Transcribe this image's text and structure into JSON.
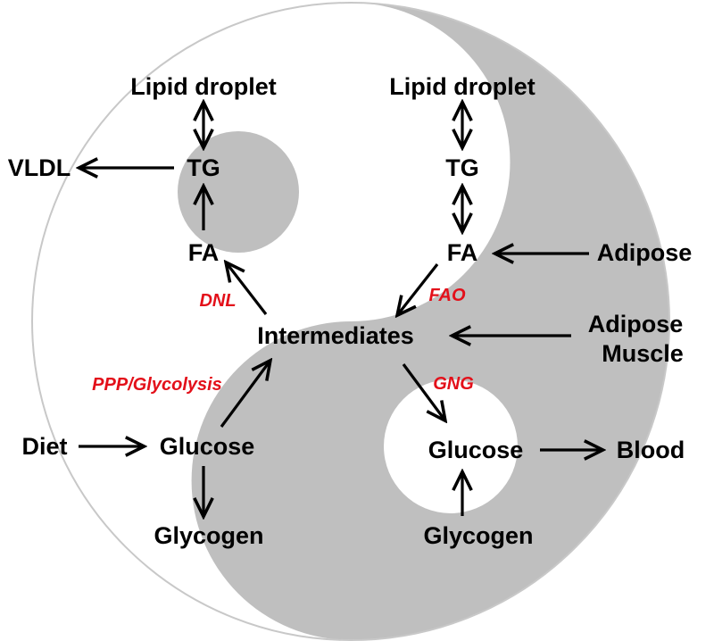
{
  "colors": {
    "shade": "#bfbfbf",
    "outline": "#c8c8c8",
    "text": "#000000",
    "process": "#e3101a"
  },
  "nodes": {
    "lipid_droplet_left": "Lipid droplet",
    "tg_left": "TG",
    "vldl": "VLDL",
    "fa_left": "FA",
    "intermediates": "Intermediates",
    "diet": "Diet",
    "glucose_left": "Glucose",
    "glycogen_left": "Glycogen",
    "lipid_droplet_right": "Lipid droplet",
    "tg_right": "TG",
    "fa_right": "FA",
    "adipose": "Adipose",
    "adipose_muscle_line1": "Adipose",
    "adipose_muscle_line2": "Muscle",
    "glucose_right": "Glucose",
    "blood": "Blood",
    "glycogen_right": "Glycogen"
  },
  "processes": {
    "dnl": "DNL",
    "ppp_glycolysis": "PPP/Glycolysis",
    "fao": "FAO",
    "gng": "GNG"
  }
}
